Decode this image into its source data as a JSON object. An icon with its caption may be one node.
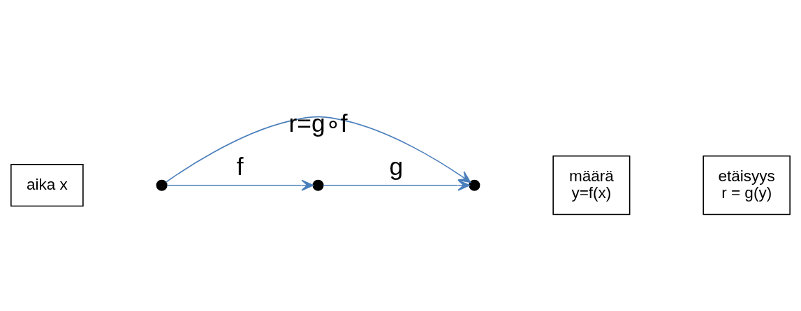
{
  "diagram": {
    "nodes": [
      {
        "text": [
          "aika x"
        ]
      },
      {
        "text": [],
        "shape": "circle"
      },
      {
        "text": [
          "määrä",
          "y=f(x)"
        ]
      },
      {
        "text": [],
        "shape": "circle"
      },
      {
        "text": [
          "etäisyys",
          "r = g(y)"
        ]
      },
      {
        "text": [],
        "shape": "circle"
      }
    ],
    "edges": [
      {
        "from": 1,
        "to": 3,
        "arrow": "to",
        "label": "f"
      },
      {
        "from": 3,
        "to": 5,
        "arrow": "to",
        "label": "g"
      },
      {
        "from": 1,
        "to": 5,
        "arrow": "to",
        "label": "r=g∘f"
      }
    ]
  }
}
